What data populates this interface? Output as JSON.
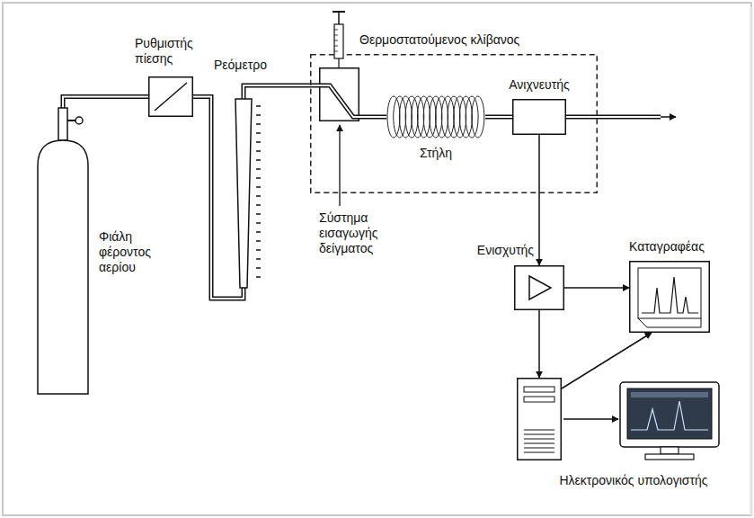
{
  "diagram": {
    "nodes": [
      {
        "text": [
          "Φιάλη φέροντος αερίου"
        ]
      },
      {
        "text": [
          "Ρυθμιστής πίεσης"
        ]
      },
      {
        "text": [
          "Ρεόμετρο"
        ]
      },
      {
        "text": [
          "Θερμοστατούμενος κλίβανος"
        ]
      },
      {
        "text": [
          "Σύστημα εισαγωγής δείγματος"
        ],
        "in": 3
      },
      {
        "text": [
          "Στήλη"
        ],
        "in": 3
      },
      {
        "text": [
          "Ανιχνευτής"
        ],
        "in": 3
      },
      {
        "text": [
          "Ενισχυτής"
        ]
      },
      {
        "text": [
          "Καταγραφέας"
        ]
      },
      {
        "text": [
          "Ηλεκτρονικός υπολογιστής"
        ]
      }
    ],
    "edges": [
      {
        "from": 0,
        "to": 1,
        "arrow": "none"
      },
      {
        "from": 1,
        "to": 2,
        "arrow": "none"
      },
      {
        "from": 2,
        "to": 4,
        "arrow": "none"
      },
      {
        "from": 4,
        "to": 5,
        "arrow": "none"
      },
      {
        "from": 5,
        "to": 6,
        "arrow": "none"
      },
      {
        "from": 6,
        "to": 7,
        "arrow": "to"
      },
      {
        "from": 7,
        "to": 8,
        "arrow": "to"
      },
      {
        "from": 7,
        "to": 9,
        "arrow": "to"
      },
      {
        "from": 9,
        "to": 8,
        "arrow": "to"
      }
    ]
  }
}
